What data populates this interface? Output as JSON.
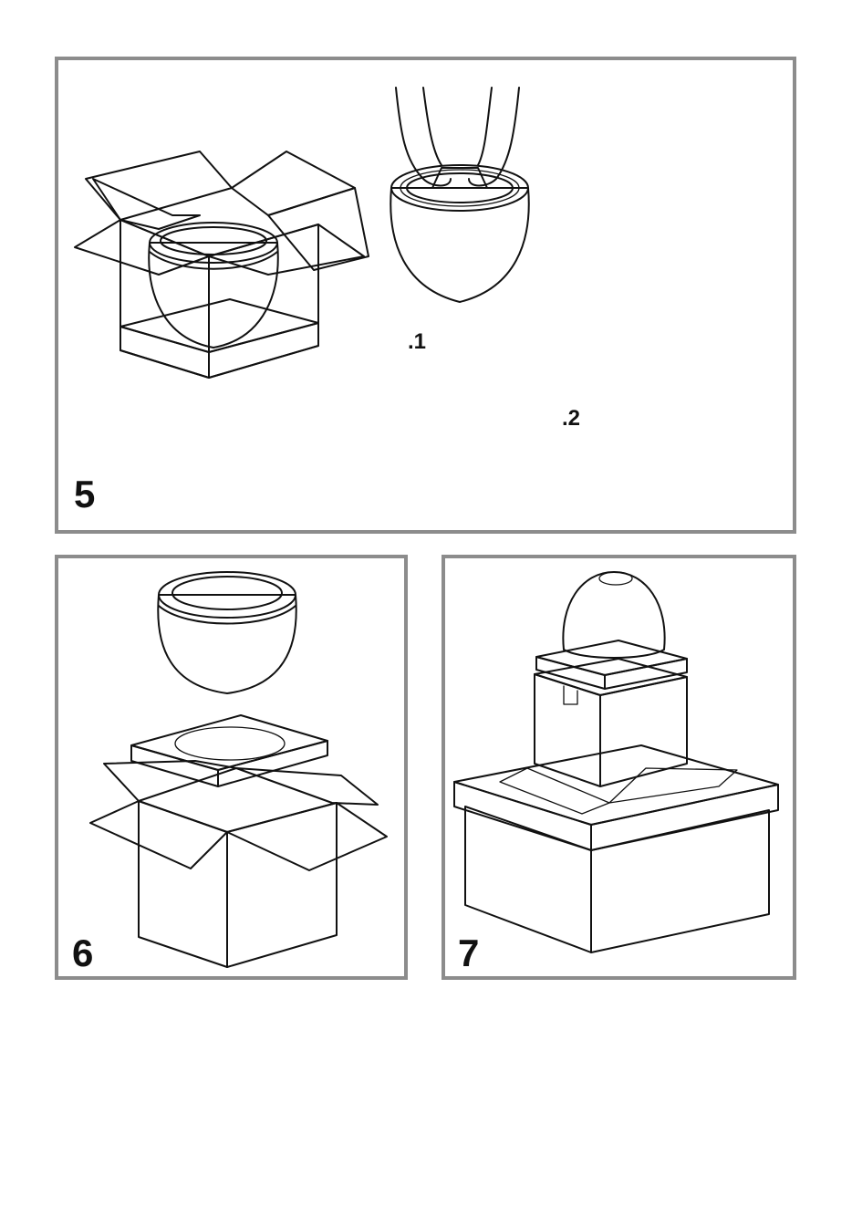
{
  "steps": [
    {
      "number": "5",
      "substeps": [
        ".1",
        ".2"
      ]
    },
    {
      "number": "6"
    },
    {
      "number": "7"
    }
  ],
  "colors": {
    "frame": "#8c8c8c",
    "shade_dark": "#8a8a8a",
    "shade_mid": "#a6a6a6",
    "shade_light": "#d9d9d9",
    "line": "#111111"
  }
}
